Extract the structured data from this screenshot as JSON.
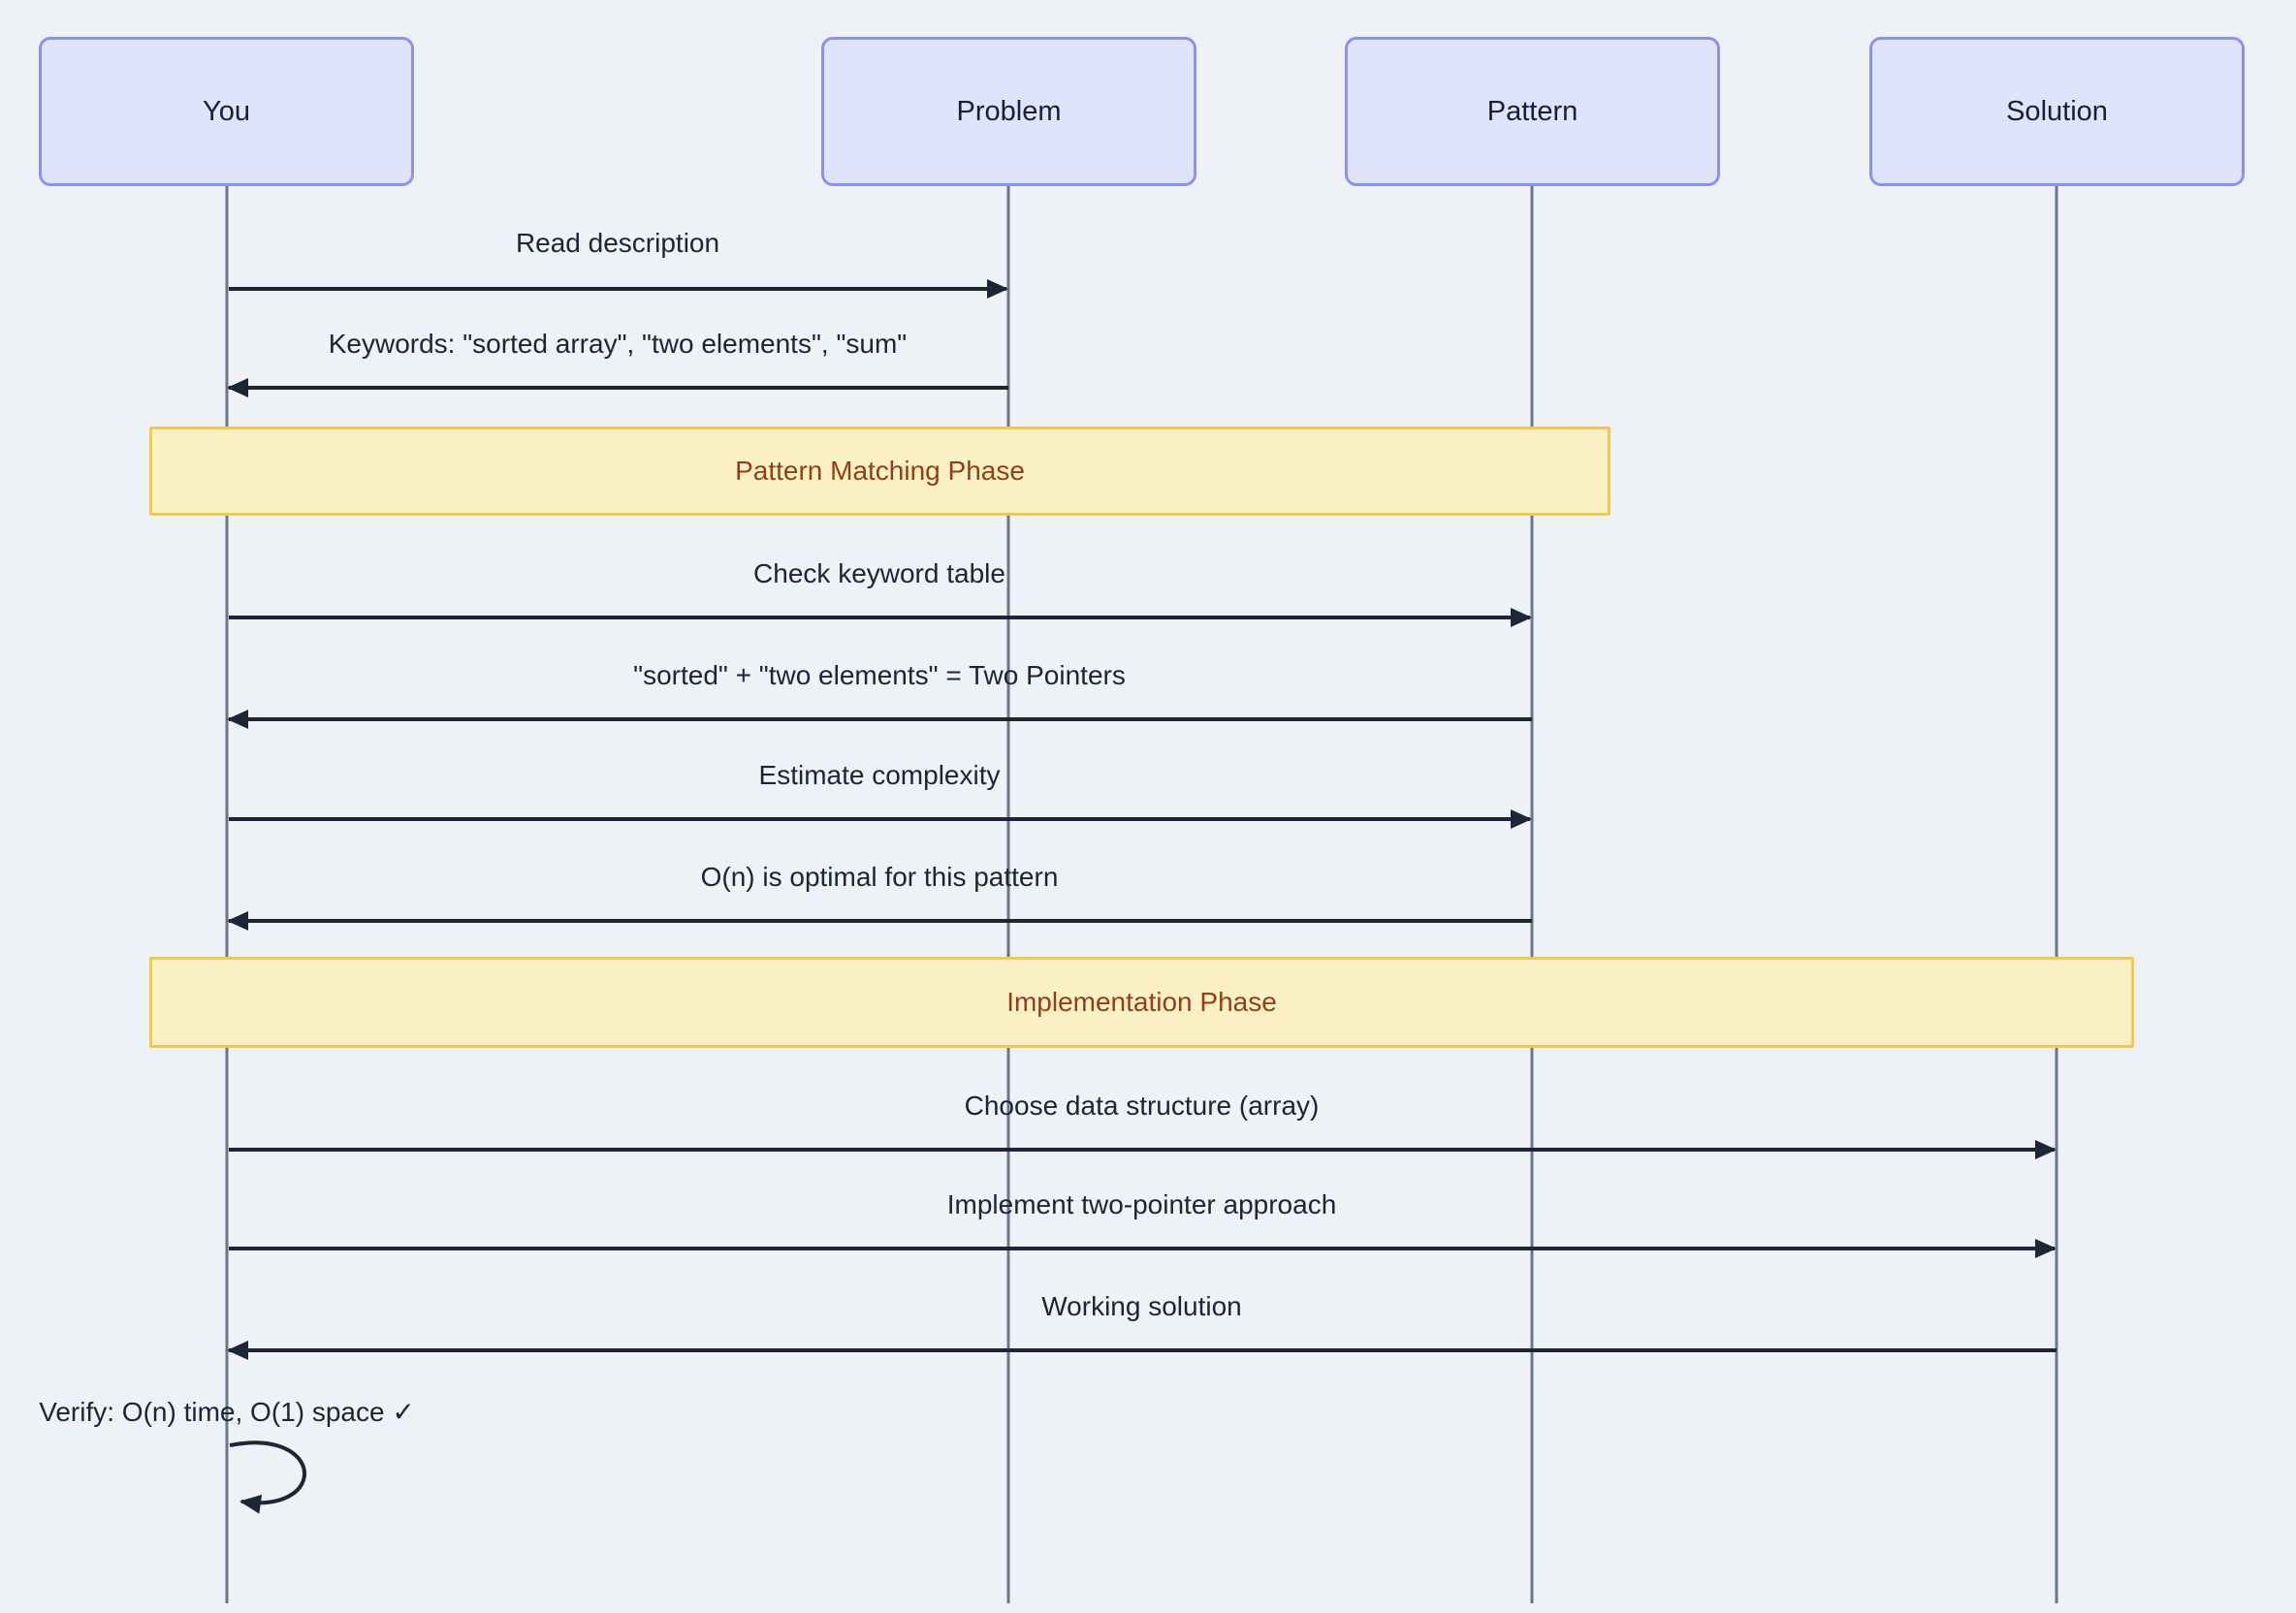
{
  "diagram": {
    "type": "sequence-diagram",
    "actors": [
      {
        "name": "You"
      },
      {
        "name": "Problem"
      },
      {
        "name": "Pattern"
      },
      {
        "name": "Solution"
      }
    ],
    "messages": [
      {
        "from": "You",
        "to": "Problem",
        "direction": "right",
        "label": "Read description"
      },
      {
        "from": "Problem",
        "to": "You",
        "direction": "left",
        "label": "Keywords: \"sorted array\", \"two elements\", \"sum\""
      },
      {
        "from": "You",
        "to": "Pattern",
        "direction": "right",
        "label": "Check keyword table"
      },
      {
        "from": "Pattern",
        "to": "You",
        "direction": "left",
        "label": "\"sorted\" + \"two elements\" = Two Pointers"
      },
      {
        "from": "You",
        "to": "Pattern",
        "direction": "right",
        "label": "Estimate complexity"
      },
      {
        "from": "Pattern",
        "to": "You",
        "direction": "left",
        "label": "O(n) is optimal for this pattern"
      },
      {
        "from": "You",
        "to": "Solution",
        "direction": "right",
        "label": "Choose data structure (array)"
      },
      {
        "from": "You",
        "to": "Solution",
        "direction": "right",
        "label": "Implement two-pointer approach"
      },
      {
        "from": "Solution",
        "to": "You",
        "direction": "left",
        "label": "Working solution"
      },
      {
        "from": "You",
        "to": "You",
        "direction": "self",
        "label": "Verify: O(n) time, O(1) space ✓"
      }
    ],
    "notes": [
      {
        "over": "You, Pattern",
        "label": "Pattern Matching Phase"
      },
      {
        "over": "You, Solution",
        "label": "Implementation Phase"
      }
    ],
    "colors": {
      "background": "#eef1f6",
      "actor_fill": "#dfe3fc",
      "actor_border": "#8a92ee",
      "note_fill": "#fcf1c6",
      "note_border": "#f0c94e",
      "note_text": "#933f12",
      "message_text": "#1a2538",
      "arrow_line": "#1c2636",
      "lifeline": "#66788e"
    }
  }
}
